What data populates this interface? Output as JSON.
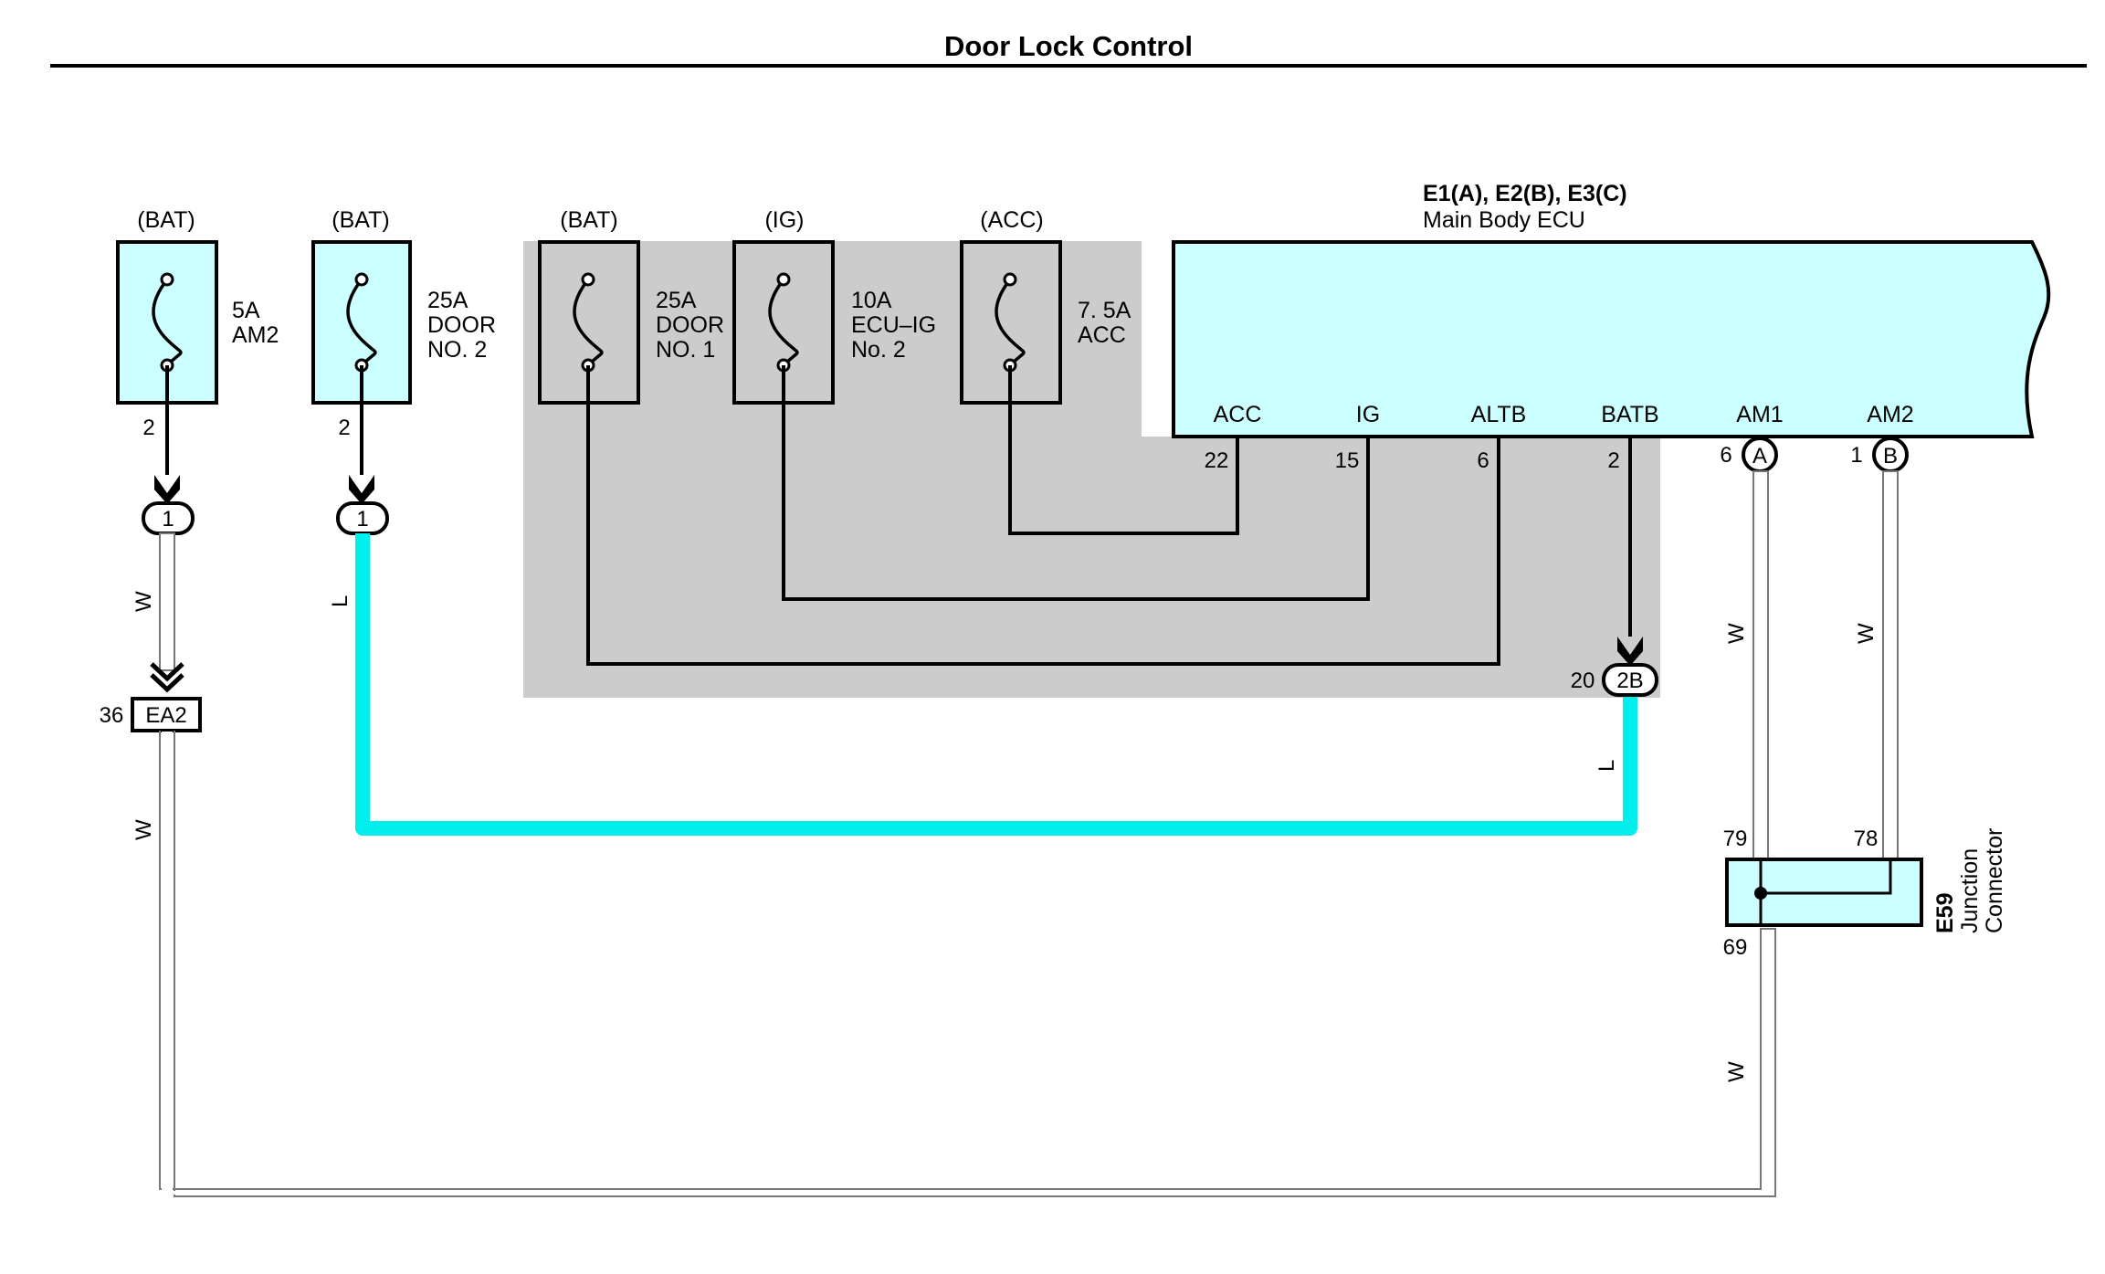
{
  "title": "Door Lock Control",
  "colors": {
    "shading": "#cccccc",
    "component_fill": "#ccffff",
    "blue_wire": "#00eeee",
    "white_wire": "#ffffff",
    "line": "#000000"
  },
  "fuses": [
    {
      "source": "(BAT)",
      "rating": "5A",
      "name_lines": [
        "AM2"
      ],
      "pin": "2",
      "connector": "1"
    },
    {
      "source": "(BAT)",
      "rating": "25A",
      "name_lines": [
        "DOOR",
        "NO. 2"
      ],
      "pin": "2",
      "connector": "1"
    },
    {
      "source": "(BAT)",
      "rating": "25A",
      "name_lines": [
        "DOOR",
        "NO. 1"
      ]
    },
    {
      "source": "(IG)",
      "rating": "10A",
      "name_lines": [
        "ECU–IG",
        "No. 2"
      ]
    },
    {
      "source": "(ACC)",
      "rating": "7. 5A",
      "name_lines": [
        "ACC"
      ]
    }
  ],
  "ecu": {
    "id": "E1(A), E2(B), E3(C)",
    "name": "Main Body ECU",
    "terminals": [
      {
        "label": "ACC",
        "pin": "22"
      },
      {
        "label": "IG",
        "pin": "15"
      },
      {
        "label": "ALTB",
        "pin": "6"
      },
      {
        "label": "BATB",
        "pin": "2"
      },
      {
        "label": "AM1",
        "pin": "6",
        "connector": "A"
      },
      {
        "label": "AM2",
        "pin": "1",
        "connector": "B"
      }
    ]
  },
  "junction_connector": {
    "id": "E59",
    "name_lines": [
      "Junction",
      "Connector"
    ],
    "pins": [
      "79",
      "78",
      "69"
    ]
  },
  "connectors": {
    "ea2": {
      "label": "EA2",
      "pin": "36"
    },
    "b2": {
      "label": "2B",
      "pin": "20"
    }
  },
  "wire_colors": {
    "white": "W",
    "blue": "L"
  }
}
